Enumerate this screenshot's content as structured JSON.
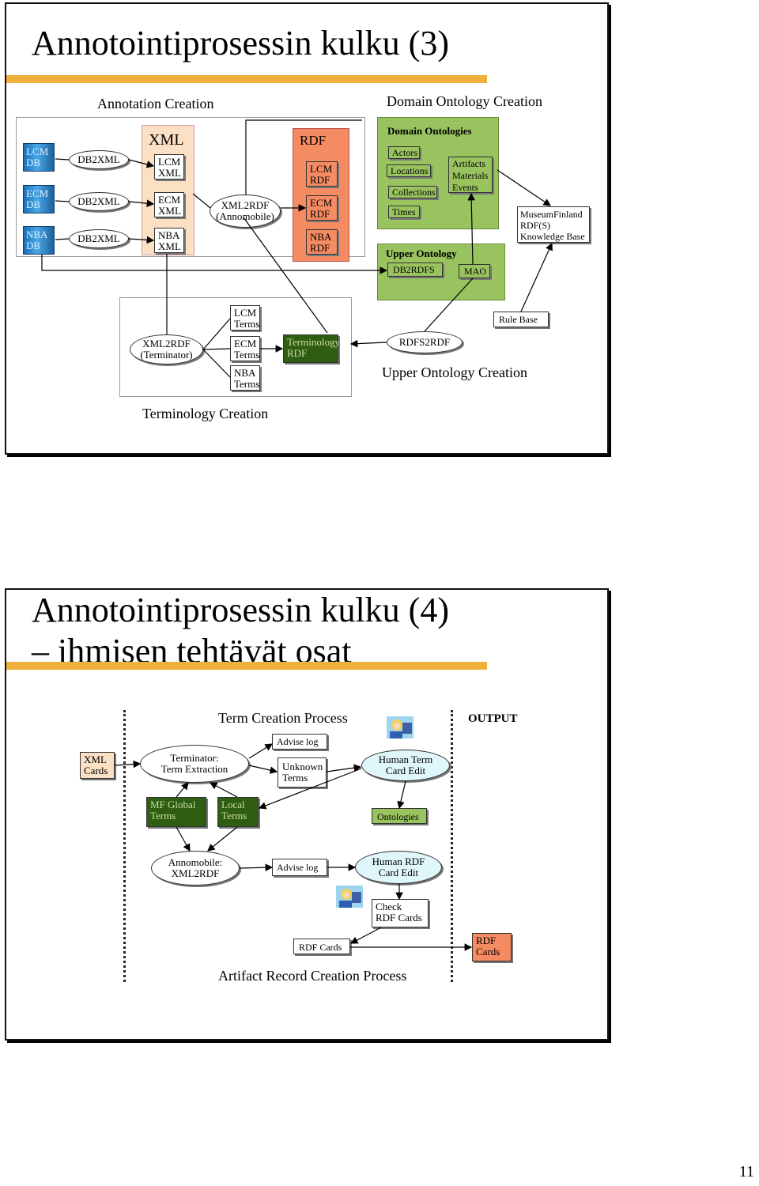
{
  "slide1": {
    "title": "Annotointiprosessin kulku (3)",
    "annotation_creation": "Annotation Creation",
    "domain_ontology_creation": "Domain Ontology Creation",
    "terminology_creation": "Terminology Creation",
    "upper_ontology_creation": "Upper Ontology Creation",
    "dbs": [
      "LCM DB",
      "ECM DB",
      "NBA DB"
    ],
    "db2xml": [
      "DB2XML",
      "DB2XML",
      "DB2XML"
    ],
    "xml_header": "XML",
    "xml_items": [
      "LCM XML",
      "ECM XML",
      "NBA XML"
    ],
    "xml2rdf_line1": "XML2RDF",
    "xml2rdf_line2": "(Annomobile)",
    "rdf_header": "RDF",
    "rdf_items": [
      "LCM RDF",
      "ECM RDF",
      "NBA RDF"
    ],
    "domain_ontologies": "Domain Ontologies",
    "domain_items": [
      "Actors",
      "Locations",
      "Collections",
      "Times"
    ],
    "domain_right": [
      "Artifacts",
      "Materials",
      "Events"
    ],
    "upper_ontology": "Upper Ontology",
    "db2rdfs": "DB2RDFS",
    "mao": "MAO",
    "museumfinland": [
      "MuseumFinland",
      "RDF(S)",
      "Knowledge Base"
    ],
    "xml2rdf_term_line1": "XML2RDF",
    "xml2rdf_term_line2": "(Terminator)",
    "terms": [
      "LCM Terms",
      "ECM Terms",
      "NBA Terms"
    ],
    "terminology_rdf": [
      "Terminology",
      "RDF"
    ],
    "rdfs2rdf": "RDFS2RDF",
    "rule_base": "Rule Base"
  },
  "slide2": {
    "title_line1": "Annotointiprosessin kulku (4)",
    "title_line2": "– ihmisen tehtävät osat",
    "term_creation_process": "Term Creation Process",
    "output": "OUTPUT",
    "xml_cards": [
      "XML",
      "Cards"
    ],
    "terminator": [
      "Terminator:",
      "Term Extraction"
    ],
    "advise_log_1": "Advise log",
    "unknown_terms": [
      "Unknown",
      "Terms"
    ],
    "human_term_card_edit": [
      "Human Term",
      "Card Edit"
    ],
    "mf_global_terms": [
      "MF Global",
      "Terms"
    ],
    "local_terms": [
      "Local",
      "Terms"
    ],
    "ontologies": "Ontologies",
    "annomobile": [
      "Annomobile:",
      "XML2RDF"
    ],
    "advise_log_2": "Advise log",
    "human_rdf_card_edit": [
      "Human RDF",
      "Card Edit"
    ],
    "check_rdf_cards": [
      "Check",
      "RDF Cards"
    ],
    "rdf_cards": "RDF Cards",
    "rdf_cards_output": [
      "RDF",
      "Cards"
    ],
    "artifact_record_creation_process": "Artifact Record Creation Process"
  },
  "page_number": "11"
}
